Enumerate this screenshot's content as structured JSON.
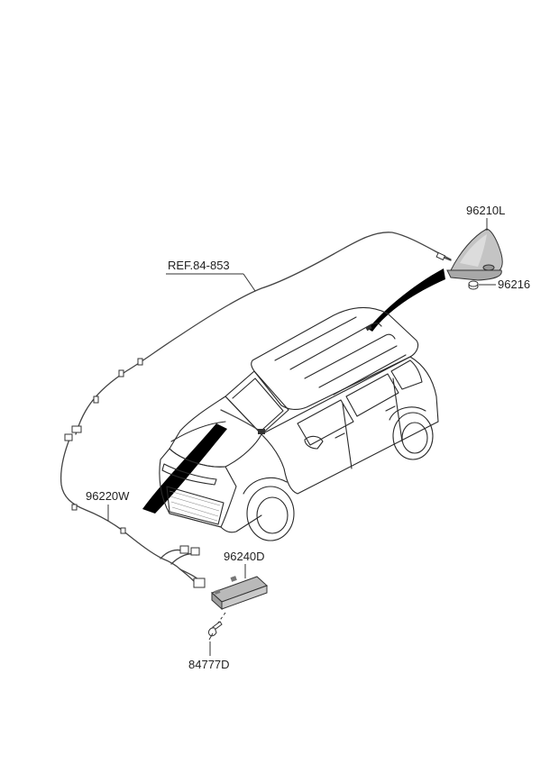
{
  "diagram": {
    "labels": {
      "antenna": "96210L",
      "nut": "96216",
      "ref": "REF.84-853",
      "harness": "96220W",
      "module": "96240D",
      "screw": "84777D"
    },
    "colors": {
      "line": "#333333",
      "pointer": "#000000",
      "part_fill": "#bdbdbd"
    }
  }
}
